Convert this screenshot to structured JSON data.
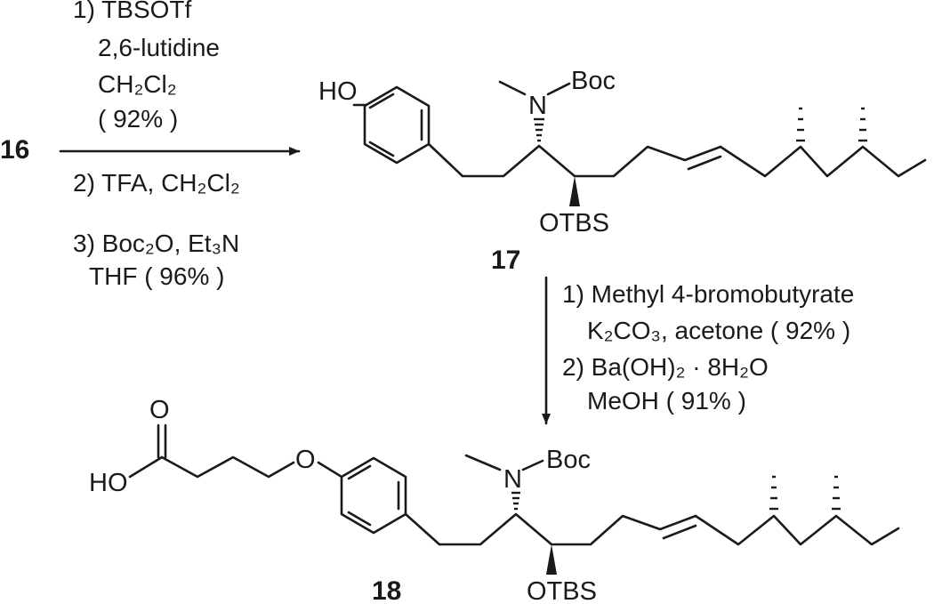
{
  "compounds": {
    "start": "16",
    "intermediate": "17",
    "product": "18"
  },
  "step1": {
    "r1_line1": "1) TBSOTf",
    "r1_line2": "2,6-lutidine",
    "r1_line3": "CH₂Cl₂",
    "r1_line4": "( 92% )",
    "r2": "2) TFA, CH₂Cl₂",
    "r3_line1": "3) Boc₂O, Et₃N",
    "r3_line2": "THF ( 96% )"
  },
  "step2": {
    "r1_line1": "1) Methyl 4-bromobutyrate",
    "r1_line2": "K₂CO₃, acetone ( 92% )",
    "r2_line1": "2) Ba(OH)₂ · 8H₂O",
    "r2_line2": "MeOH ( 91% )"
  },
  "labels": {
    "ho": "HO",
    "boc": "Boc",
    "n": "N",
    "otbs": "OTBS",
    "o": "O",
    "ho_acid": "HO"
  }
}
